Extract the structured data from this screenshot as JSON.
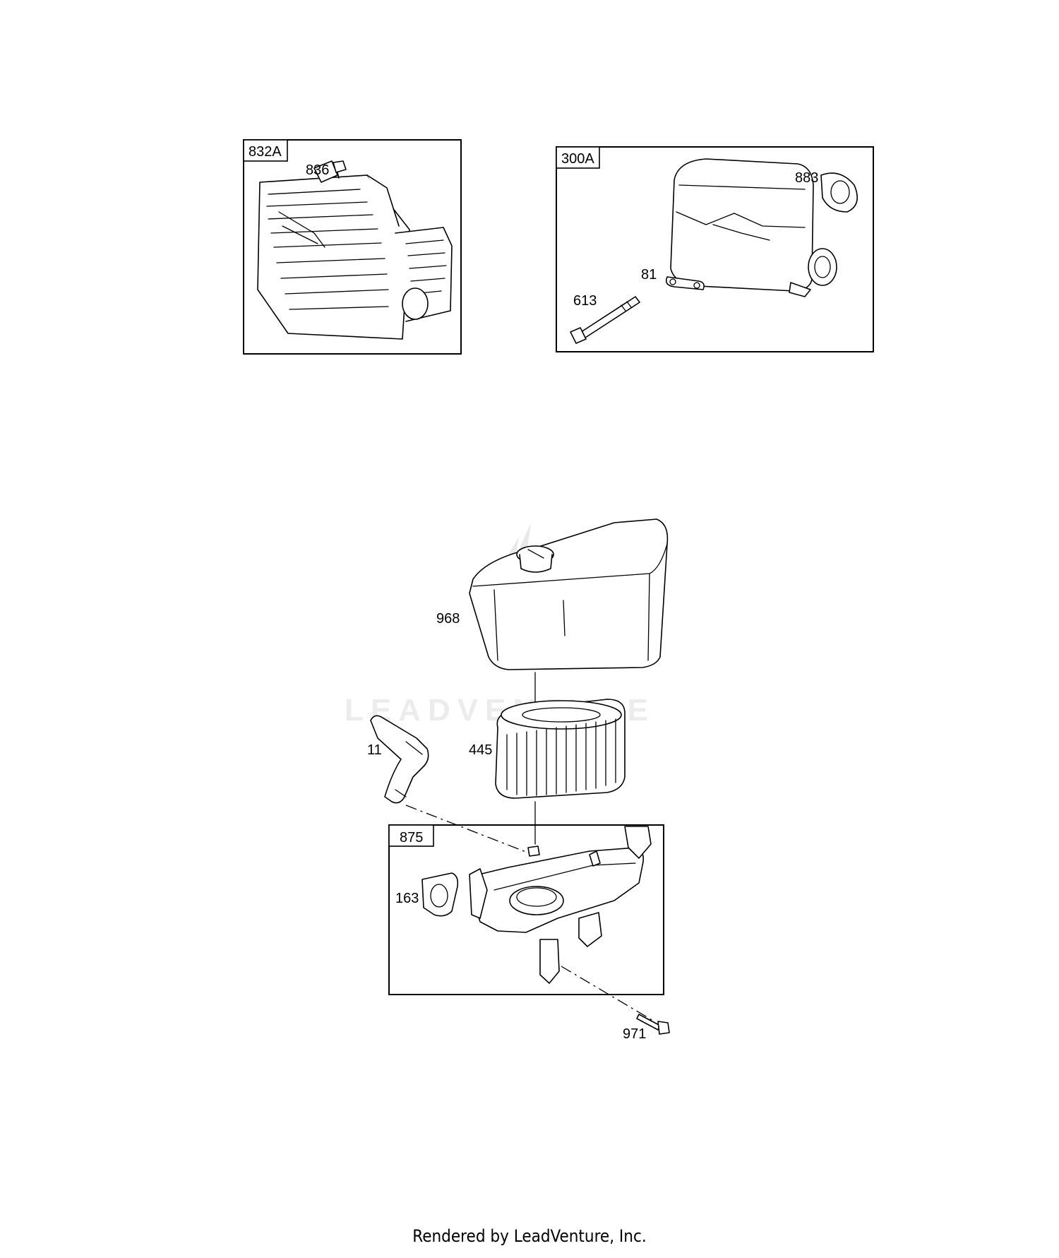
{
  "groups": [
    {
      "tag": "832A",
      "parts": [
        "836"
      ]
    },
    {
      "tag": "300A",
      "parts": [
        "883",
        "81",
        "613"
      ]
    },
    {
      "tag": "875",
      "parts": [
        "163"
      ]
    }
  ],
  "callouts": {
    "p836": "836",
    "p883": "883",
    "p81": "81",
    "p613": "613",
    "p968": "968",
    "p11": "11",
    "p445": "445",
    "p163": "163",
    "p971": "971"
  },
  "tags": {
    "t832a": "832A",
    "t300a": "300A",
    "t875": "875"
  },
  "watermark": "LEADVENTURE",
  "footer": "Rendered by LeadVenture, Inc."
}
